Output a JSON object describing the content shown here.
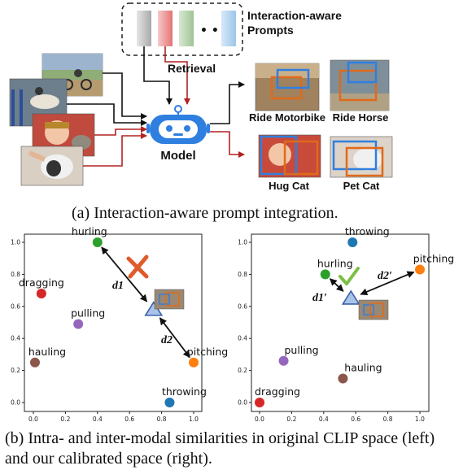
{
  "top": {
    "prompts_label": [
      "Interaction-aware",
      "Prompts"
    ],
    "ellipsis": "• • •",
    "retrieval_label": "Retrieval",
    "model_label": "Model",
    "outputs": [
      "Ride Motorbike",
      "Ride Horse",
      "Hug Cat",
      "Pet Cat"
    ],
    "caption": "(a) Interaction-aware prompt integration."
  },
  "charts": {
    "delta_left": {
      "d1": "d1",
      "d2": "d2"
    },
    "delta_right": {
      "d1": "d1′",
      "d2": "d2′"
    },
    "caption_line1": "(b) Intra- and inter-modal similarities in original CLIP space (left)",
    "caption_line2": "and our calibrated space (right)."
  },
  "colors": {
    "green": "#2ca02c",
    "blue": "#1f77b4",
    "orange": "#ff7f0e",
    "red": "#d62728",
    "purple": "#9467bd",
    "brown": "#8c564b",
    "arrow_red": "#b22222"
  },
  "chart_data": [
    {
      "type": "scatter",
      "xlim": [
        0,
        1
      ],
      "ylim": [
        0,
        1
      ],
      "ticks": [
        "0.0",
        "0.2",
        "0.4",
        "0.6",
        "0.8",
        "1.0"
      ],
      "points": [
        {
          "label": "hurling",
          "x": 0.4,
          "y": 1.0,
          "color": "#2ca02c"
        },
        {
          "label": "dragging",
          "x": 0.05,
          "y": 0.68,
          "color": "#d62728"
        },
        {
          "label": "pulling",
          "x": 0.28,
          "y": 0.49,
          "color": "#9467bd"
        },
        {
          "label": "hauling",
          "x": 0.01,
          "y": 0.25,
          "color": "#8c564b"
        },
        {
          "label": "pitching",
          "x": 1.0,
          "y": 0.25,
          "color": "#ff7f0e"
        },
        {
          "label": "throwing",
          "x": 0.85,
          "y": 0.0,
          "color": "#1f77b4"
        }
      ],
      "query": {
        "x": 0.75,
        "y": 0.58
      }
    },
    {
      "type": "scatter",
      "xlim": [
        0,
        1
      ],
      "ylim": [
        0,
        1
      ],
      "ticks": [
        "0.0",
        "0.2",
        "0.4",
        "0.6",
        "0.8",
        "1.0"
      ],
      "points": [
        {
          "label": "throwing",
          "x": 0.58,
          "y": 1.0,
          "color": "#1f77b4"
        },
        {
          "label": "hurling",
          "x": 0.41,
          "y": 0.8,
          "color": "#2ca02c"
        },
        {
          "label": "pitching",
          "x": 1.0,
          "y": 0.83,
          "color": "#ff7f0e"
        },
        {
          "label": "pulling",
          "x": 0.15,
          "y": 0.26,
          "color": "#9467bd"
        },
        {
          "label": "hauling",
          "x": 0.52,
          "y": 0.15,
          "color": "#8c564b"
        },
        {
          "label": "dragging",
          "x": 0.0,
          "y": 0.0,
          "color": "#d62728"
        }
      ],
      "query": {
        "x": 0.57,
        "y": 0.65
      }
    }
  ]
}
